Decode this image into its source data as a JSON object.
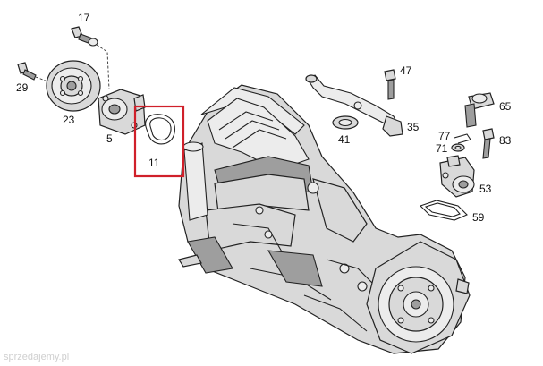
{
  "callouts": [
    {
      "id": "17",
      "label": "17"
    },
    {
      "id": "29",
      "label": "29"
    },
    {
      "id": "23",
      "label": "23"
    },
    {
      "id": "5",
      "label": "5"
    },
    {
      "id": "11",
      "label": "11"
    },
    {
      "id": "47",
      "label": "47"
    },
    {
      "id": "35",
      "label": "35"
    },
    {
      "id": "41",
      "label": "41"
    },
    {
      "id": "65",
      "label": "65"
    },
    {
      "id": "77",
      "label": "77"
    },
    {
      "id": "71",
      "label": "71"
    },
    {
      "id": "83",
      "label": "83"
    },
    {
      "id": "53",
      "label": "53"
    },
    {
      "id": "59",
      "label": "59"
    }
  ],
  "highlight": {
    "part": "11",
    "color": "#d0202a"
  },
  "watermark": "sprzedajemy.pl",
  "colors": {
    "line": "#222222",
    "part_fill": "#d9d9d9",
    "shadow": "#9e9e9e"
  }
}
